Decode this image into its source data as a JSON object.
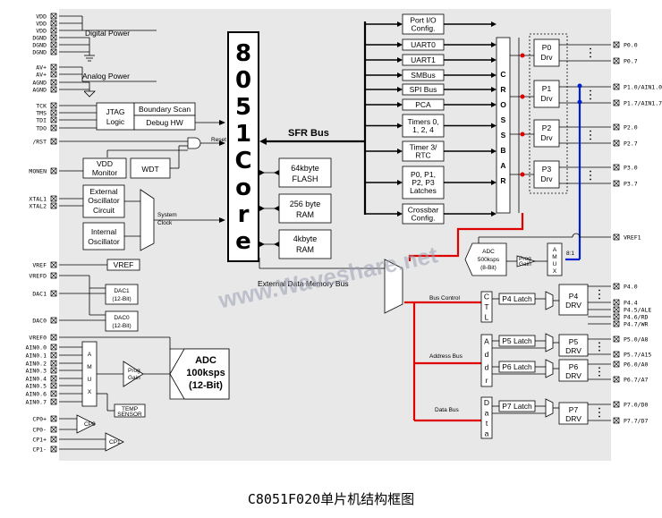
{
  "left_pins": {
    "power": [
      "VDD",
      "VDD",
      "VDD",
      "DGND",
      "DGND",
      "DGND"
    ],
    "analog": [
      "AV+",
      "AV+",
      "AGND",
      "AGND"
    ],
    "jtag": [
      "TCK",
      "TMS",
      "TDI",
      "TDO"
    ],
    "rst": "/RST",
    "monen": "MONEN",
    "xtal": [
      "XTAL1",
      "XTAL2"
    ],
    "vref": [
      "VREF",
      "VREFD"
    ],
    "dac1": "DAC1",
    "dac0": "DAC0",
    "ain": [
      "VREF0",
      "AIN0.0",
      "AIN0.1",
      "AIN0.2",
      "AIN0.3",
      "AIN0.4",
      "AIN0.5",
      "AIN0.6",
      "AIN0.7"
    ],
    "cp": [
      "CP0+",
      "CP0-",
      "CP1+",
      "CP1-"
    ]
  },
  "labels": {
    "digital_power": "Digital Power",
    "analog_power": "Analog Power",
    "jtag_logic": [
      "JTAG",
      "Logic"
    ],
    "boundary_scan": "Boundary Scan",
    "debug_hw": "Debug HW",
    "reset": "Reset",
    "vdd_monitor": [
      "VDD",
      "Monitor"
    ],
    "wdt": "WDT",
    "ext_osc": [
      "External",
      "Oscillator",
      "Circuit"
    ],
    "int_osc": [
      "Internal",
      "Oscillator"
    ],
    "system_clock": [
      "System",
      "Clock"
    ],
    "vref_box": "VREF",
    "dac1_box": [
      "DAC1",
      "(12-Bit)"
    ],
    "dac0_box": [
      "DAC0",
      "(12-Bit)"
    ],
    "amux_left": [
      "A",
      "M",
      "U",
      "X"
    ],
    "prog_gain": [
      "Prog",
      "Gain"
    ],
    "temp_sensor": [
      "TEMP",
      "SENSOR"
    ],
    "adc_left": [
      "ADC",
      "100ksps",
      "(12-Bit)"
    ],
    "cp0": "CP0",
    "cp1": "CP1",
    "core": [
      "8",
      "0",
      "5",
      "1",
      "C",
      "o",
      "r",
      "e"
    ],
    "sfr_bus": "SFR Bus",
    "flash": [
      "64kbyte",
      "FLASH"
    ],
    "ram256": [
      "256 byte",
      "RAM"
    ],
    "ram4k": [
      "4kbyte",
      "RAM"
    ],
    "ext_mem_bus": "External Data Memory Bus",
    "periph": [
      [
        "Port I/O",
        "Config."
      ],
      [
        "UART0"
      ],
      [
        "UART1"
      ],
      [
        "SMBus"
      ],
      [
        "SPI Bus"
      ],
      [
        "PCA"
      ],
      [
        "Timers 0,",
        "1, 2, 4"
      ],
      [
        "Timer 3/",
        "RTC"
      ],
      [
        "P0, P1,",
        "P2, P3",
        "Latches"
      ],
      [
        "Crossbar",
        "Config."
      ]
    ],
    "crossbar": [
      "C",
      "R",
      "O",
      "S",
      "S",
      "B",
      "A",
      "R"
    ],
    "port_drv": [
      [
        "P0",
        "Drv"
      ],
      [
        "P1",
        "Drv"
      ],
      [
        "P2",
        "Drv"
      ],
      [
        "P3",
        "Drv"
      ]
    ],
    "adc_right": [
      "ADC",
      "500ksps",
      "(8-Bit)"
    ],
    "prog_gain_right": [
      "Prog",
      "Gain"
    ],
    "amux_right": [
      "A",
      "M",
      "U",
      "X"
    ],
    "amux_ratio": "8:1",
    "bus_control": "Bus Control",
    "address_bus": "Address Bus",
    "data_bus": "Data Bus",
    "ctl": [
      "C",
      "T",
      "L"
    ],
    "addr": [
      "A",
      "d",
      "d",
      "r"
    ],
    "data": [
      "D",
      "a",
      "t",
      "a"
    ],
    "latches": [
      "P4 Latch",
      "P5 Latch",
      "P6 Latch",
      "P7 Latch"
    ],
    "drv": [
      [
        "P4",
        "DRV"
      ],
      [
        "P5",
        "DRV"
      ],
      [
        "P6",
        "DRV"
      ],
      [
        "P7",
        "DRV"
      ]
    ]
  },
  "right_pins": {
    "p0": [
      "P0.0",
      "P0.7"
    ],
    "p1": [
      "P1.0/AIN1.0",
      "P1.7/AIN1.7"
    ],
    "p2": [
      "P2.0",
      "P2.7"
    ],
    "p3": [
      "P3.0",
      "P3.7"
    ],
    "vref1": "VREF1",
    "p4": [
      "P4.0",
      "P4.4",
      "P4.5/ALE",
      "P4.6/RD",
      "P4.7/WR"
    ],
    "p5": [
      "P5.0/A8",
      "P5.7/A15"
    ],
    "p6": [
      "P6.0/A0",
      "P6.7/A7"
    ],
    "p7": [
      "P7.0/D0",
      "P7.7/D7"
    ]
  },
  "watermark": "www.Waveshare.net",
  "caption": "C8051F020单片机结构框图",
  "colors": {
    "chip_bg": "#e8e8e8",
    "red_bus": "#e00000",
    "blue_bus": "#0020d0",
    "line": "#000000"
  }
}
